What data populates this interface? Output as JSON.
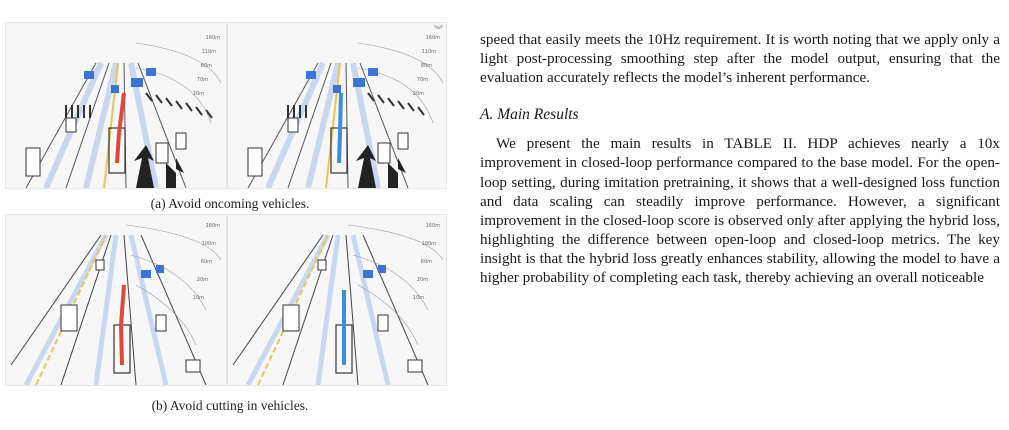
{
  "figure": {
    "subfigures": [
      {
        "caption": "(a) Avoid oncoming vehicles."
      },
      {
        "caption": "(b) Avoid cutting in vehicles."
      }
    ],
    "distance_labels_top": [
      "160m",
      "110m",
      "80m",
      "70m",
      "20m"
    ],
    "distance_labels_bottom": [
      "160m",
      "100m",
      "60m",
      "20m",
      "10m"
    ],
    "trajectory_colors": {
      "left": "#e0483a",
      "right": "#3a8fd6"
    },
    "collapse_icon": "chevron-double-down-icon"
  },
  "text": {
    "para1": "speed that easily meets the 10Hz requirement. It is worth noting that we apply only a light post-processing smoothing step after the model output, ensuring that the evaluation accurately reflects the model’s inherent performance.",
    "section_title": "A. Main Results",
    "para2": "We present the main results in TABLE II. HDP achieves nearly a 10x improvement in closed-loop performance compared to the base model. For the open-loop setting, during imitation pretraining, it shows that a well-designed loss function and data scaling can steadily improve performance. However, a significant improvement in the closed-loop score is observed only after applying the hybrid loss, highlighting the difference between open-loop and closed-loop metrics. The key insight is that the hybrid loss greatly enhances stability, allowing the model to have a higher probability of completing each task, thereby achieving an overall noticeable"
  }
}
